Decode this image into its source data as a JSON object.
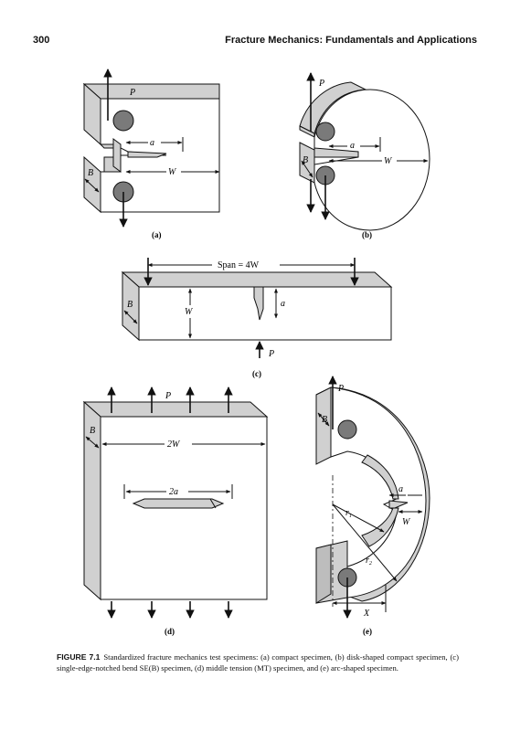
{
  "header": {
    "page_number": "300",
    "running_title": "Fracture Mechanics: Fundamentals and Applications"
  },
  "figure": {
    "panel_a": {
      "sublabel": "(a)",
      "load": "P",
      "crack": "a",
      "width": "W",
      "thickness": "B"
    },
    "panel_b": {
      "sublabel": "(b)",
      "load": "P",
      "crack": "a",
      "width": "W",
      "thickness": "B"
    },
    "panel_c": {
      "sublabel": "(c)",
      "span": "Span = 4W",
      "load": "P",
      "crack": "a",
      "width": "W",
      "thickness": "B"
    },
    "panel_d": {
      "sublabel": "(d)",
      "load": "P",
      "crack": "2a",
      "width": "2W",
      "thickness": "B"
    },
    "panel_e": {
      "sublabel": "(e)",
      "load": "P",
      "crack": "a",
      "width": "W",
      "thickness": "B",
      "r1": "r",
      "r1_sub": "1",
      "r2": "r",
      "r2_sub": "2",
      "offset": "X"
    }
  },
  "caption": {
    "label": "FIGURE 7.1",
    "text": "Standardized fracture mechanics test specimens: (a) compact specimen, (b) disk-shaped compact specimen, (c) single-edge-notched bend SE(B) specimen, (d) middle tension (MT) specimen, and (e) arc-shaped specimen."
  },
  "colors": {
    "face": "#ffffff",
    "shade": "#d0d0d0",
    "pin": "#7a7a7a",
    "line": "#111111"
  }
}
